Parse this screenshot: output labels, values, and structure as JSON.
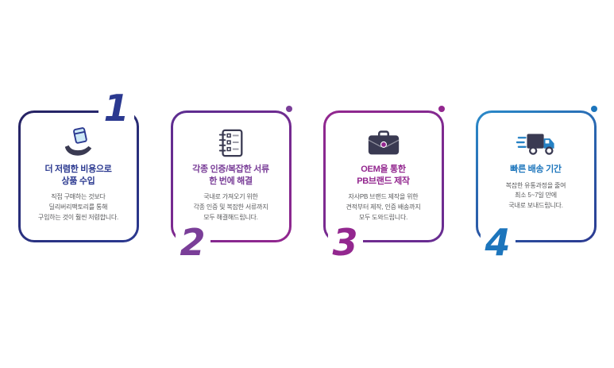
{
  "page": {
    "background_color": "#ffffff"
  },
  "cards": [
    {
      "number": "1",
      "number_position": "top-right",
      "icon": "hand-holding-product-icon",
      "title_lines": [
        "더 저렴한 비용으로",
        "상품 수입"
      ],
      "body_lines": [
        "직접 구매하는 것보다",
        "딜리버리팩토리를 통해",
        "구입하는 것이 훨씬 저렴합니다."
      ],
      "accent_color": "#2b3990",
      "border_gradient": [
        "#262262",
        "#2b3990"
      ],
      "has_corner_dot": false
    },
    {
      "number": "2",
      "number_position": "bottom-left",
      "icon": "document-checklist-icon",
      "title_lines": [
        "각종 인증/복잡한 서류",
        "한 번에 해결"
      ],
      "body_lines": [
        "국내로 가져오기 위한",
        "각종 인증 및 복잡한 서류까지",
        "모두 해결해드립니다."
      ],
      "accent_color": "#7a3e98",
      "border_gradient": [
        "#5b2d90",
        "#93278f"
      ],
      "has_corner_dot": true
    },
    {
      "number": "3",
      "number_position": "bottom-left",
      "icon": "briefcase-icon",
      "title_lines": [
        "OEM을 통한",
        "PB브랜드 제작"
      ],
      "body_lines": [
        "자사PB 브랜드 제작을 위한",
        "견적부터 제작, 인증 배송까지",
        "모두 도와드립니다."
      ],
      "accent_color": "#93278f",
      "border_gradient": [
        "#93278f",
        "#662d91"
      ],
      "has_corner_dot": true
    },
    {
      "number": "4",
      "number_position": "bottom-left",
      "icon": "delivery-truck-icon",
      "title_lines": [
        "빠른 배송 기간"
      ],
      "body_lines": [
        "복잡한 유통과정을 줄여",
        "최소 5~7일 만에",
        "국내로 보내드립니다."
      ],
      "accent_color": "#1c75bc",
      "border_gradient": [
        "#2a8ac9",
        "#2b3990"
      ],
      "has_corner_dot": true
    }
  ]
}
